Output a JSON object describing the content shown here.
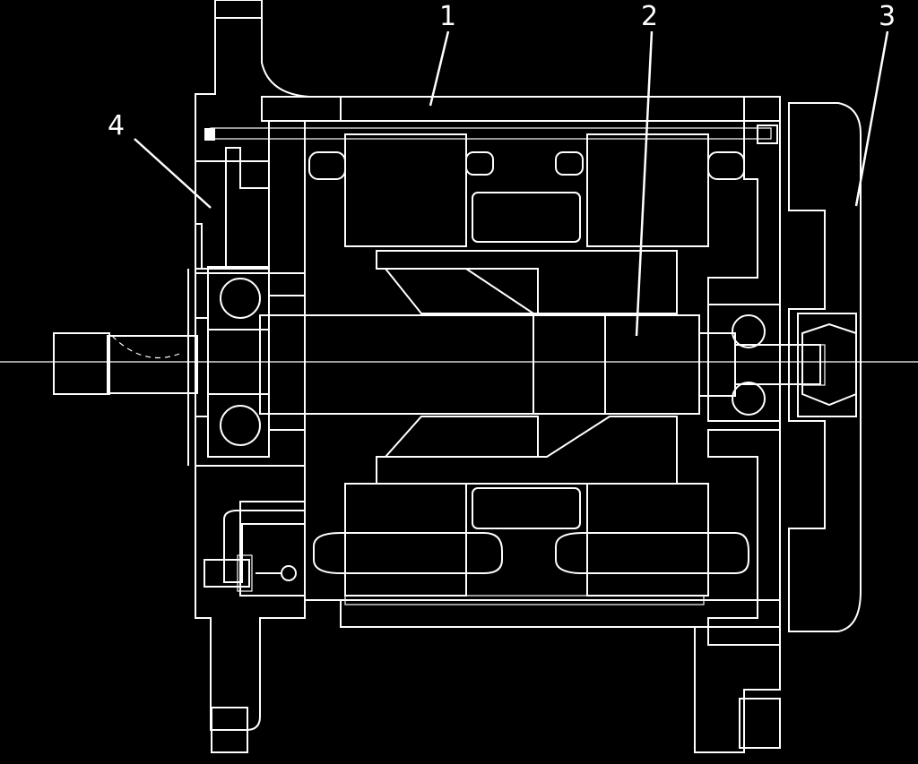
{
  "colors": {
    "background": "#000000",
    "linework": "#ffffff"
  },
  "callouts": [
    {
      "id": "1",
      "label": "1"
    },
    {
      "id": "2",
      "label": "2"
    },
    {
      "id": "3",
      "label": "3"
    },
    {
      "id": "4",
      "label": "4"
    }
  ]
}
